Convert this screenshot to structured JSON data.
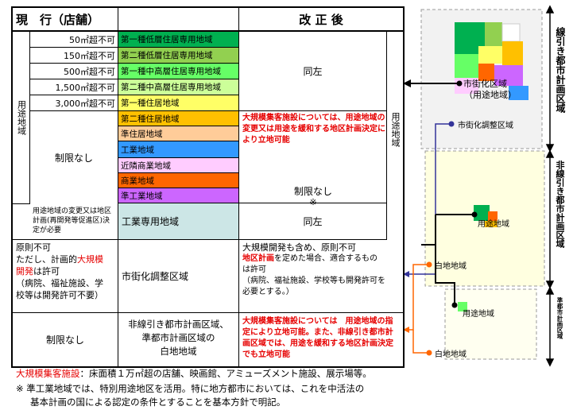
{
  "header": {
    "current": "現　行（店舗）",
    "revised": "改 正 後"
  },
  "use_area": {
    "label": "用途地域",
    "revised_label": "用途地域",
    "size_limits": [
      "50㎡超不可",
      "150㎡超不可",
      "500㎡超不可",
      "1,500㎡超不可",
      "3,000㎡超不可"
    ],
    "no_limit": "制限なし",
    "zones": [
      {
        "name": "第一種低層住居専用地域",
        "color": "#00b050"
      },
      {
        "name": "第二種低層住居専用地域",
        "color": "#92d050"
      },
      {
        "name": "第一種中高層住居専用地域",
        "color": "#66ff66"
      },
      {
        "name": "第二種中高層住居専用地域",
        "color": "#ccff99"
      },
      {
        "name": "第一種住居地域",
        "color": "#ffff66"
      },
      {
        "name": "第二種住居地域",
        "color": "#ffc000"
      },
      {
        "name": "準住居地域",
        "color": "#ffcc99"
      },
      {
        "name": "工業地域",
        "color": "#3399ff"
      },
      {
        "name": "近隣商業地域",
        "color": "#ffccff"
      },
      {
        "name": "商業地域",
        "color": "#ff6600"
      },
      {
        "name": "準工業地域",
        "color": "#cc66ff"
      }
    ],
    "same_as_before": "同左",
    "revised_note": "大規模集客施設については、用途地域の変更又は用途を緩和する地区計画決定により立地可能",
    "revised_no_limit": "制限なし",
    "revised_mark": "※",
    "industrial_only_note": "用途地域の変更又は地区計画(再開発等促進区)決定が必要",
    "industrial_only_zone": "工業専用地域",
    "industrial_only_color": "#cce6e6",
    "industrial_only_revised": "同左"
  },
  "urbanization_control": {
    "current_line1": "原則不可",
    "current_line2_prefix": "ただし、計画的",
    "current_line2_red": "大規模",
    "current_line3_red": "開発",
    "current_line3_suffix": "は許可",
    "current_line4": "（病院、福祉施設、学",
    "current_line5": "校等は開発許可不要）",
    "name": "市街化調整区域",
    "revised_line1": "大規模開発も含め、原則不可",
    "revised_line2_red": "地区計画",
    "revised_line2_suffix": "を定めた場合、適合するもの",
    "revised_line3": "は許可",
    "revised_line4": "（病院、福祉施設、学校等も開発許可を",
    "revised_line5": "必要とする。）"
  },
  "non_line": {
    "current": "制限なし",
    "name_line1": "非線引き都市計画区域、",
    "name_line2": "準都市計画区域の",
    "name_line3": "白地地域",
    "revised_note": "大規模集客施設については　用途地域の指定により立地可能。また、非線引き都市計画区域では、用途を緩和する地区計画決定でも立地可能"
  },
  "footer": {
    "line1_label": "大規模集客施設",
    "line1_text": "：床面積１万㎡超の店舗、映画館、アミューズメント施設、展示場等。",
    "line2": "※ 準工業地域では、特別用途地区を活用。特に地方都市においては、これを中活法の",
    "line3": "基本計画の国による認定の条件とすることを基本方針で明記。"
  },
  "map": {
    "label_urbanization": "市街化区域",
    "label_urbanization_sub": "（用途地域）",
    "label_control": "市街化調整区域",
    "label_use_area": "用途地域",
    "label_white": "白地地域",
    "label_use_area2": "用途地域",
    "label_white2": "白地地域",
    "band_line": "線引き都市計画区域",
    "band_non_line": "非線引き都市計画区域",
    "band_semi": "準都市計画区域",
    "colors": {
      "line_area": "#f2f2f2",
      "non_line_area": "#ffffe0",
      "semi_area": "#fffff0",
      "connector_black": "#000000",
      "connector_blue": "#333399",
      "connector_orange": "#ff6600"
    }
  }
}
